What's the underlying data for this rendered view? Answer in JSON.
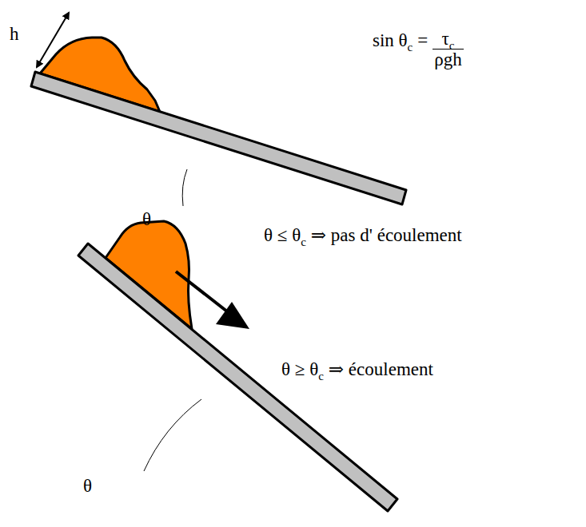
{
  "diagram": {
    "labels": [
      "h",
      "sin θ",
      "c",
      "=",
      "τ",
      "c",
      "ρgh",
      "θ ≤ θ",
      "c",
      "⇒ pas d' écoulement",
      "θ ≥ θ",
      "c",
      "⇒ écoulement",
      "θ",
      "θ"
    ]
  }
}
